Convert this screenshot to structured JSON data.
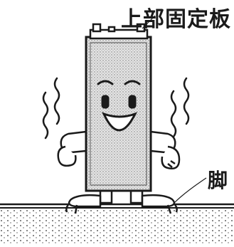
{
  "labels": {
    "top_plate": "上部固定板",
    "right_partial": "脚"
  },
  "illustration": {
    "subject": "cartoon-cabinet-character",
    "elements": [
      "top-fixing-plate",
      "cabinet-body",
      "face",
      "arms",
      "motion-lines",
      "feet",
      "floor"
    ]
  },
  "colors": {
    "ink": "#1a1a1a",
    "body_shade": "#d6d6d6",
    "background": "#ffffff"
  }
}
